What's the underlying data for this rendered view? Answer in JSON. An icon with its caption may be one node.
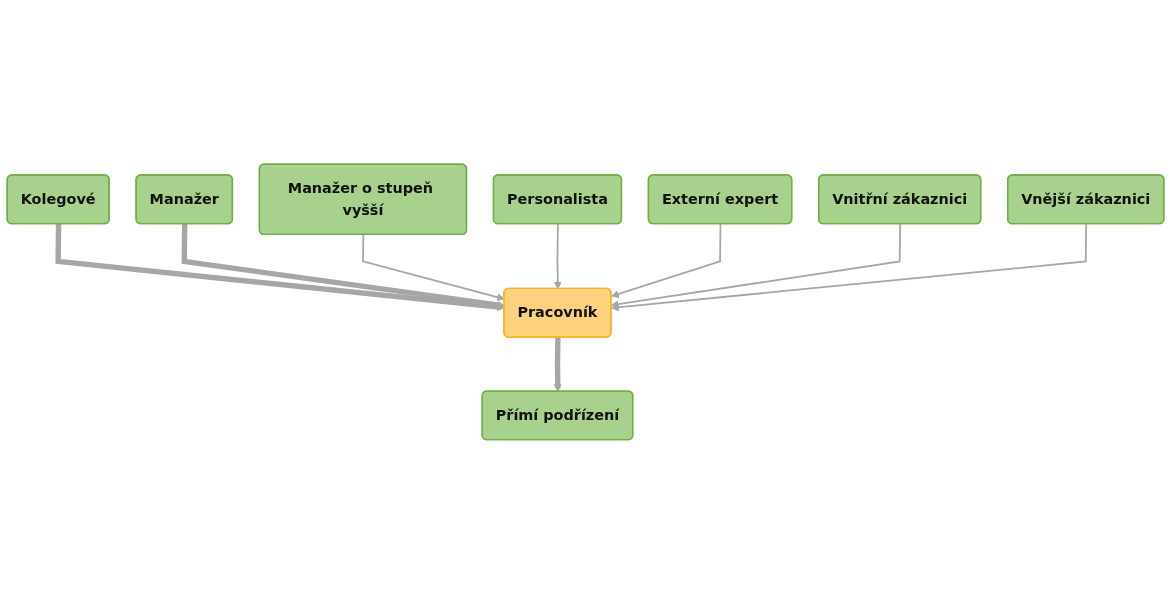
{
  "diagram": {
    "nodes": [
      {
        "text": [
          "Kolegové"
        ]
      },
      {
        "text": [
          "Manažer"
        ]
      },
      {
        "text": [
          "Pracovník"
        ]
      },
      {
        "text": [
          "Přímí podřízení"
        ]
      },
      {
        "text": [
          "Manažer o stupeň vyšší"
        ]
      },
      {
        "text": [
          "Personalista"
        ]
      },
      {
        "text": [
          "Externí expert"
        ]
      },
      {
        "text": [
          "Vnitřní zákaznici"
        ]
      },
      {
        "text": [
          "Vnější zákaznici"
        ]
      }
    ],
    "edges": [
      {
        "from": 0,
        "to": 2,
        "arrow": "to",
        "style": "thick"
      },
      {
        "from": 1,
        "to": 2,
        "arrow": "to",
        "style": "thick"
      },
      {
        "from": 2,
        "to": 3,
        "arrow": "to",
        "style": "thick"
      },
      {
        "from": 4,
        "to": 2,
        "arrow": "to"
      },
      {
        "from": 5,
        "to": 2,
        "arrow": "to"
      },
      {
        "from": 6,
        "to": 2,
        "arrow": "to"
      },
      {
        "from": 7,
        "to": 2,
        "arrow": "to"
      },
      {
        "from": 8,
        "to": 2,
        "arrow": "to"
      }
    ]
  }
}
